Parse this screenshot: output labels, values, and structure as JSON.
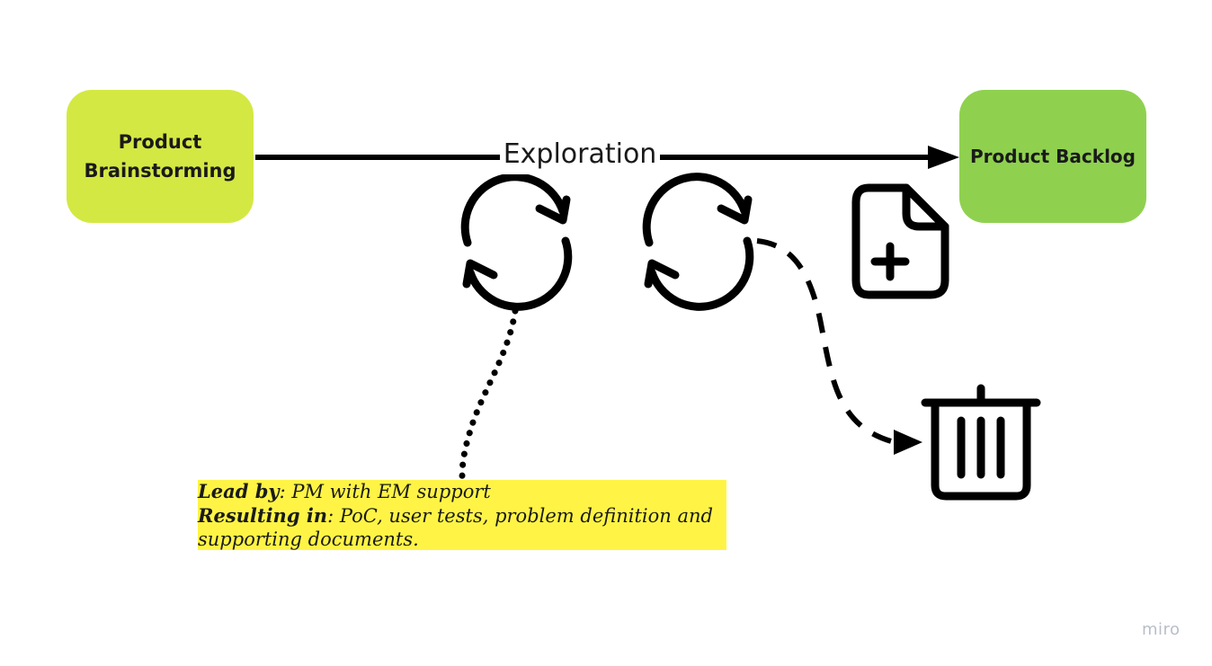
{
  "colors": {
    "brainstorm_fill": "#d4e843",
    "backlog_fill": "#8fd14f",
    "note_fill": "#fff445",
    "stroke": "#000000",
    "watermark": "#b9bec9"
  },
  "nodes": {
    "brainstorm": {
      "label_line1": "Product",
      "label_line2": "Brainstorming"
    },
    "backlog": {
      "label": "Product Backlog"
    }
  },
  "edge": {
    "label": "Exploration"
  },
  "icons": [
    "refresh-icon",
    "refresh-icon",
    "file-add-icon",
    "trash-icon"
  ],
  "note": {
    "lead_key": "Lead by",
    "lead_value": ": PM with EM support",
    "result_key": "Resulting in",
    "result_value_line1": ": PoC, user tests, problem definition and",
    "result_value_line2": "supporting documents."
  },
  "watermark": "miro"
}
